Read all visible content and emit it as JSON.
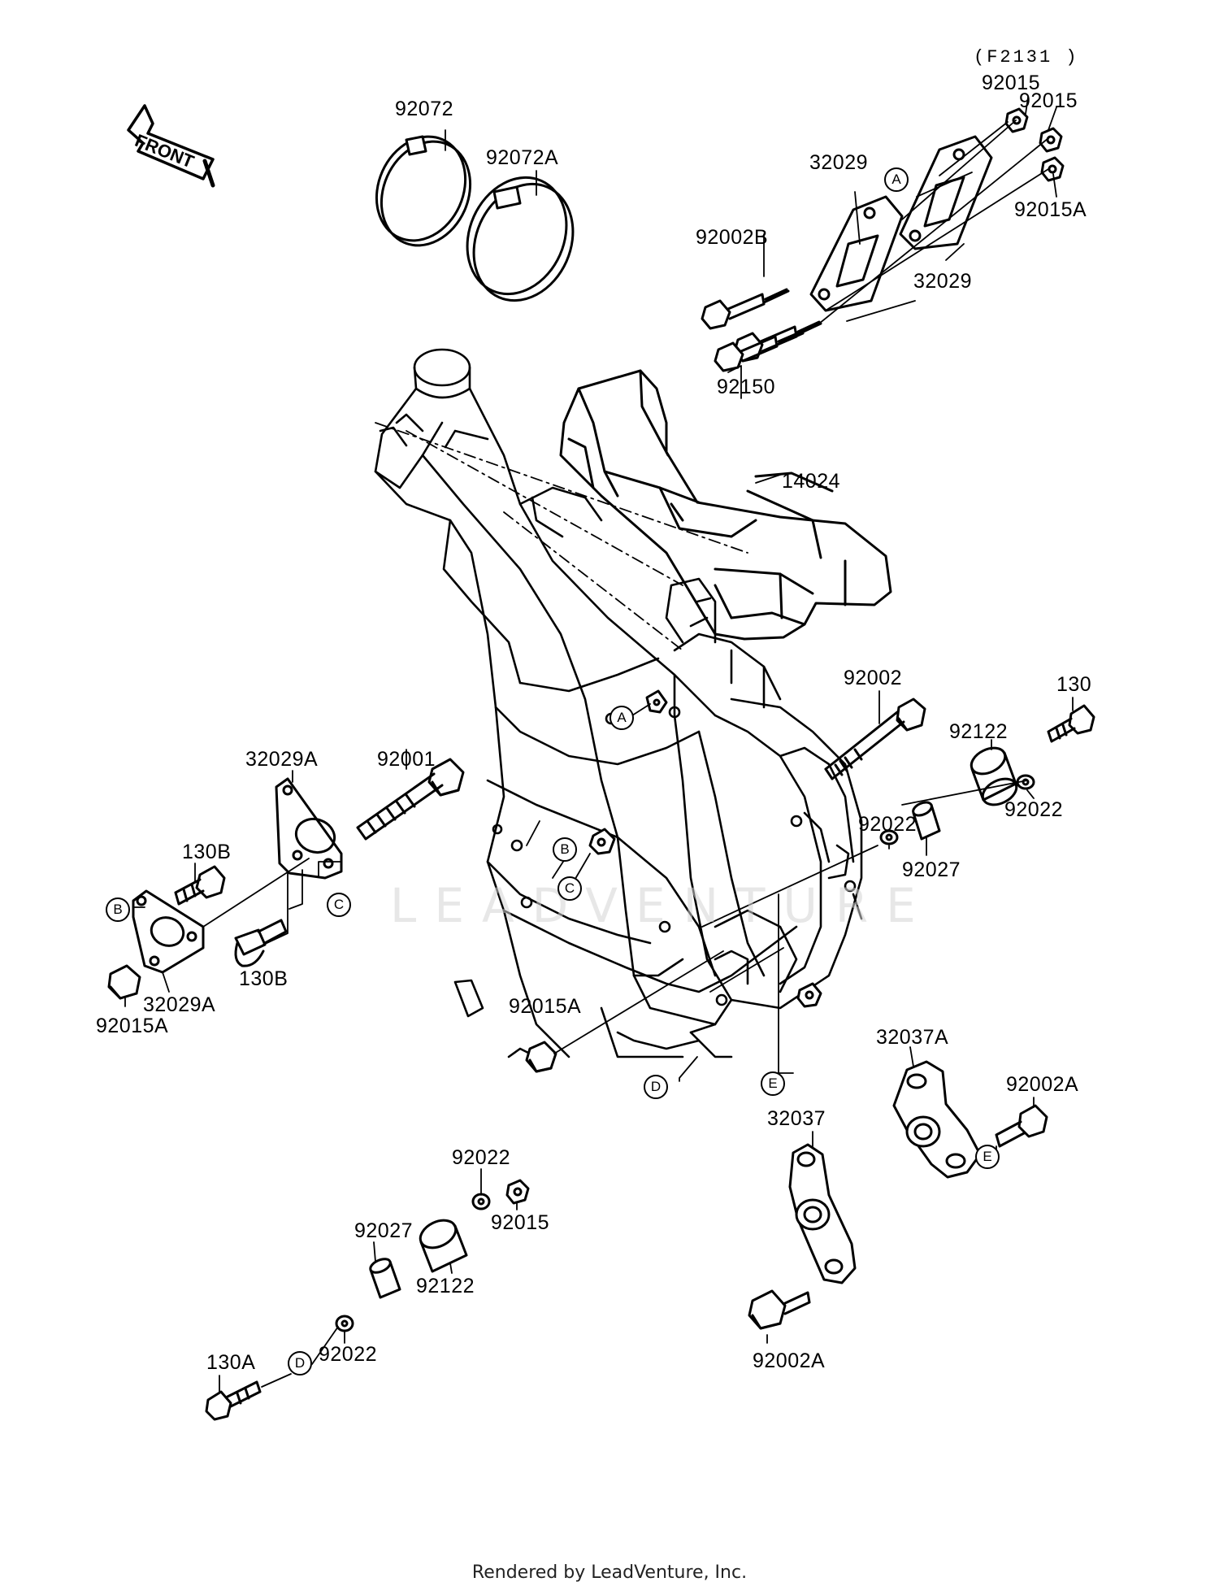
{
  "diagram": {
    "code": "(F2131 )",
    "front_label": "FRONT",
    "watermark": "LEADVENTURE",
    "footer": "Rendered by LeadVenture, Inc."
  },
  "labels": {
    "p92072": "92072",
    "p92072A": "92072A",
    "p92015_a": "92015",
    "p92015_b": "92015",
    "p92015A_top": "92015A",
    "p32029_left": "32029",
    "p32029_right": "32029",
    "p92002B": "92002B",
    "p92150": "92150",
    "p14024": "14024",
    "p92002": "92002",
    "p130": "130",
    "p92122_right": "92122",
    "p92022_right1": "92022",
    "p92022_right2": "92022",
    "p92027_right": "92027",
    "p32029A_top": "32029A",
    "p92001": "92001",
    "p130B_top": "130B",
    "p130B_bottom": "130B",
    "p32029A_bottom": "32029A",
    "p92015A_left": "92015A",
    "p92015A_mid": "92015A",
    "p32037A": "32037A",
    "p92002A_right": "92002A",
    "p32037": "32037",
    "p92002A_bottom": "92002A",
    "p92022_mid": "92022",
    "p92015_mid": "92015",
    "p92027_mid": "92027",
    "p92122_mid": "92122",
    "p130A": "130A",
    "p92022_bottom": "92022"
  },
  "refs": {
    "A_top": "A",
    "A_frame": "A",
    "B_frame": "B",
    "C_frame": "C",
    "B_left": "B",
    "C_left": "C",
    "D_frame": "D",
    "E_frame": "E",
    "E_right": "E",
    "D_bottom": "D"
  }
}
